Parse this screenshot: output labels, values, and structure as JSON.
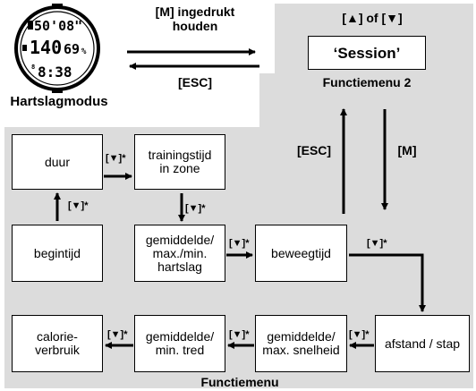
{
  "watch": {
    "title": "Hartslagmodus",
    "line1": "50'08\"",
    "line2_hr": "140",
    "line2_pct": "69",
    "line2_unit": "%",
    "line3": "8:38"
  },
  "top": {
    "hold_m": "[M] ingedrukt\nhouden",
    "esc": "[ESC]",
    "up_down": "[▲] of [▼]",
    "session": "‘Session’",
    "menu2": "Functiemenu 2",
    "left_esc": "[ESC]",
    "right_m": "[M]"
  },
  "menu": {
    "title": "Functiemenu",
    "boxes": {
      "duur": "duur",
      "trainingstijd": "trainingstijd\nin zone",
      "begintijd": "begintijd",
      "gem_hartslag": "gemiddelde/\nmax./min.\nhartslag",
      "beweegtijd": "beweegtijd",
      "afstand": "afstand / stap",
      "calorie": "calorie-\nverbruik",
      "gem_tred": "gemiddelde/\nmin. tred",
      "gem_snelheid": "gemiddelde/\nmax. snelheid"
    },
    "down_key": "[▼]*"
  }
}
